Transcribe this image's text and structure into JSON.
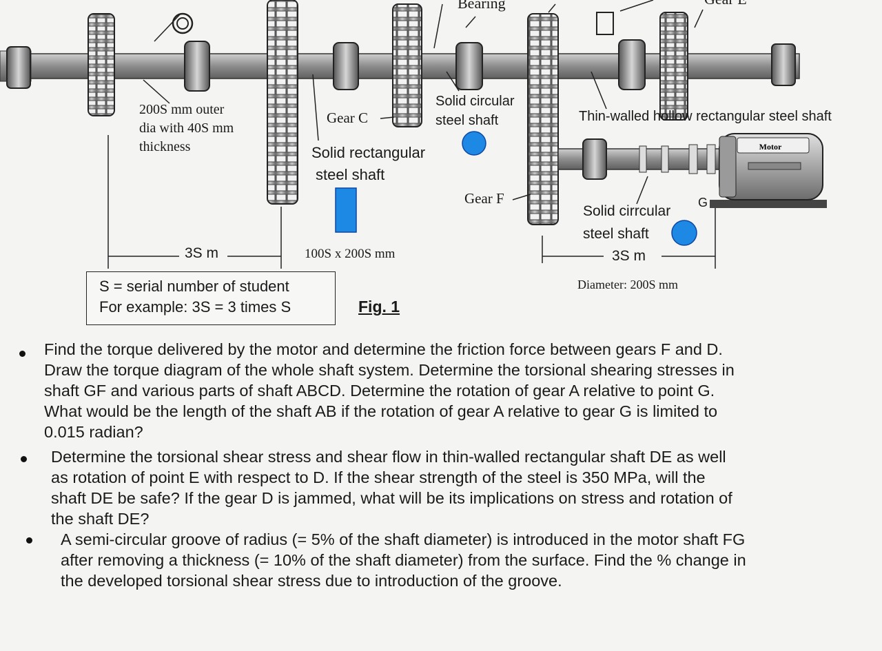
{
  "labels": {
    "bearing": "Bearing",
    "gear_e": "Gear E",
    "outer_dia": [
      "200S mm outer",
      "dia with 40S mm",
      "thickness"
    ],
    "gear_c": "Gear C",
    "solid_circular_top": [
      "Solid circular",
      "steel shaft"
    ],
    "thin_walled": "Thin-walled hollow rectangular steel shaft",
    "motor": "Motor",
    "solid_rect": [
      "Solid rectangular",
      "steel shaft"
    ],
    "gear_f": "Gear F",
    "solid_circular_bottom": [
      "Solid cirrcular",
      "steel shaft"
    ],
    "g": "G",
    "dim_left": "3S m",
    "rect_size": "100S x 200S mm",
    "dim_right": "3S m",
    "diameter": "Diameter: 200S mm"
  },
  "note": {
    "line1": "S = serial number of student",
    "line2": "For example: 3S = 3 times S"
  },
  "figure_caption": "Fig. 1",
  "questions": [
    [
      "Find the torque delivered by the motor and determine the friction force between gears F and D.",
      "Draw the torque diagram of the whole shaft system. Determine the torsional shearing stresses in",
      "shaft GF and various parts of shaft ABCD. Determine the rotation of gear A relative to point G.",
      "What would be the length of the shaft AB if the rotation of gear A relative to gear G is limited to",
      "0.015 radian?"
    ],
    [
      "Determine the torsional shear stress and shear flow in thin-walled rectangular shaft DE as well",
      "as rotation of point E with respect to D.  If the shear strength of the steel is 350 MPa, will the",
      "shaft DE be safe? If the gear D is jammed, what will be its implications on stress and rotation of",
      "the shaft DE?"
    ],
    [
      "A semi-circular groove of radius (= 5% of the shaft diameter) is introduced in the motor shaft FG",
      "after removing a thickness (= 10% of the shaft diameter) from the surface. Find the % change in",
      "the developed torsional shear stress due to introduction of the groove."
    ]
  ],
  "colors": {
    "section_fill": "#1e88e5",
    "ink": "#1a1a1a",
    "gear": "#8a8a8a"
  }
}
